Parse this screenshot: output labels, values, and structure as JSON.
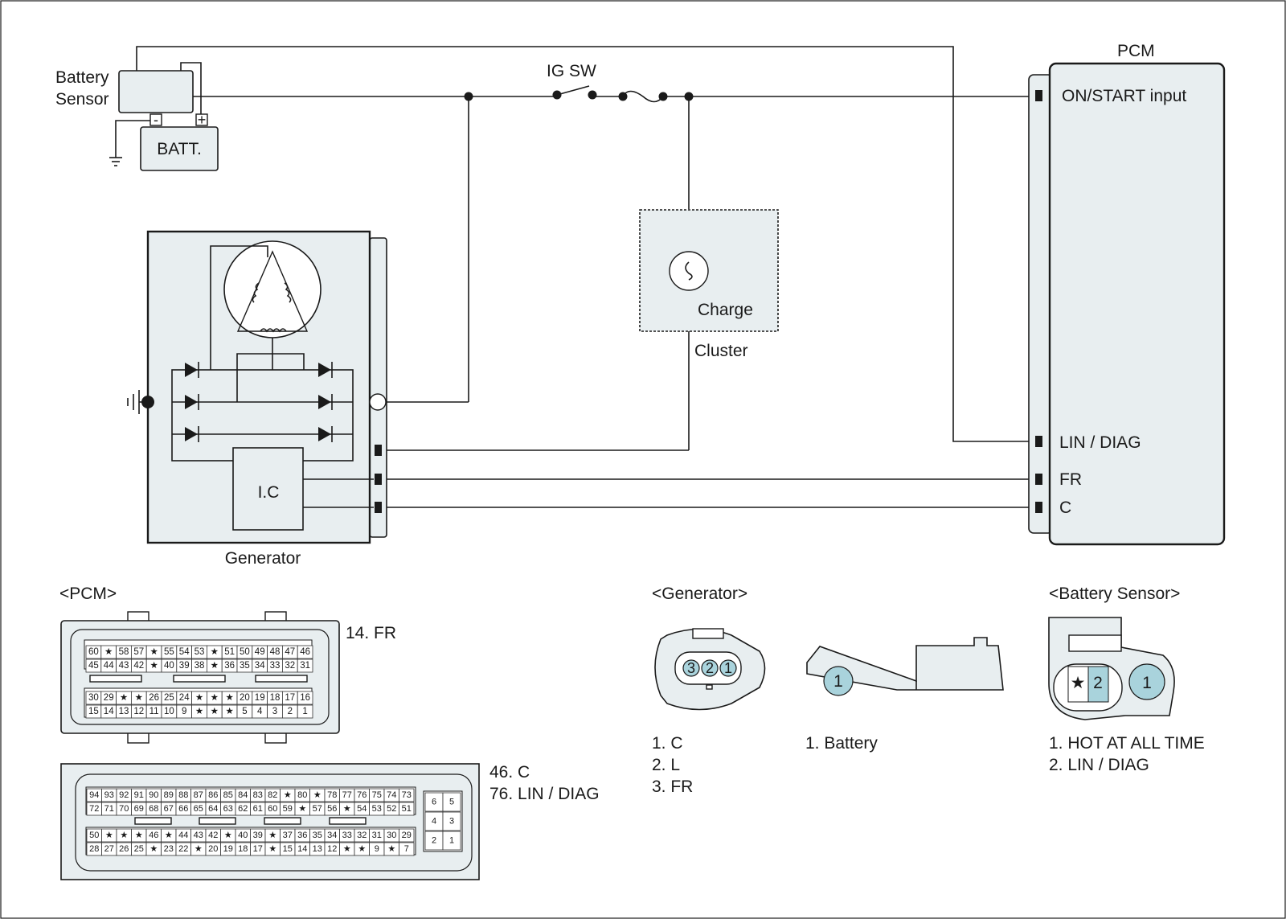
{
  "battery": {
    "sensor_label_1": "Battery",
    "sensor_label_2": "Sensor",
    "batt_label": "BATT.",
    "minus": "-",
    "plus": "+"
  },
  "switch": {
    "label": "IG SW"
  },
  "pcm": {
    "title": "PCM",
    "pins": {
      "on_start": "ON/START input",
      "lin_diag": "LIN / DIAG",
      "fr": "FR",
      "c": "C"
    }
  },
  "cluster": {
    "lamp_label": "Charge",
    "label": "Cluster"
  },
  "generator": {
    "ic_label": "I.C",
    "label": "Generator"
  },
  "connectors": {
    "pcm": {
      "title": "<PCM>",
      "upper_note": "14. FR",
      "lower_notes": [
        "46. C",
        "76. LIN / DIAG"
      ],
      "conn1_rows": [
        [
          "60",
          "★",
          "58",
          "57",
          "★",
          "55",
          "54",
          "53",
          "★",
          "51",
          "50",
          "49",
          "48",
          "47",
          "46"
        ],
        [
          "45",
          "44",
          "43",
          "42",
          "★",
          "40",
          "39",
          "38",
          "★",
          "36",
          "35",
          "34",
          "33",
          "32",
          "31"
        ],
        [
          "30",
          "29",
          "★",
          "★",
          "26",
          "25",
          "24",
          "★",
          "★",
          "★",
          "20",
          "19",
          "18",
          "17",
          "16"
        ],
        [
          "15",
          "14",
          "13",
          "12",
          "11",
          "10",
          "9",
          "★",
          "★",
          "★",
          "5",
          "4",
          "3",
          "2",
          "1"
        ]
      ],
      "conn1_highlight": "14",
      "conn2_rows": [
        [
          "94",
          "93",
          "92",
          "91",
          "90",
          "89",
          "88",
          "87",
          "86",
          "85",
          "84",
          "83",
          "82",
          "★",
          "80",
          "★",
          "78",
          "77",
          "76",
          "75",
          "74",
          "73"
        ],
        [
          "72",
          "71",
          "70",
          "69",
          "68",
          "67",
          "66",
          "65",
          "64",
          "63",
          "62",
          "61",
          "60",
          "59",
          "★",
          "57",
          "56",
          "★",
          "54",
          "53",
          "52",
          "51"
        ],
        [
          "50",
          "★",
          "★",
          "★",
          "46",
          "★",
          "44",
          "43",
          "42",
          "★",
          "40",
          "39",
          "★",
          "37",
          "36",
          "35",
          "34",
          "33",
          "32",
          "31",
          "30",
          "29"
        ],
        [
          "28",
          "27",
          "26",
          "25",
          "★",
          "23",
          "22",
          "★",
          "20",
          "19",
          "18",
          "17",
          "★",
          "15",
          "14",
          "13",
          "12",
          "★",
          "★",
          "9",
          "★",
          "7"
        ]
      ],
      "conn2_highlights": [
        "46",
        "76"
      ],
      "conn2_side": [
        [
          "6",
          "5"
        ],
        [
          "4",
          "3"
        ],
        [
          "2",
          "1"
        ]
      ]
    },
    "generator": {
      "title": "<Generator>",
      "plug_pins": [
        "3",
        "2",
        "1"
      ],
      "plug_legend": [
        "1. C",
        "2. L",
        "3. FR"
      ],
      "terminal_pin": "1",
      "terminal_legend": [
        "1. Battery"
      ]
    },
    "battery_sensor": {
      "title": "<Battery Sensor>",
      "pins": [
        "★",
        "2"
      ],
      "terminal_pin": "1",
      "legend": [
        "1. HOT AT ALL TIME",
        "2. LIN / DIAG"
      ]
    }
  }
}
